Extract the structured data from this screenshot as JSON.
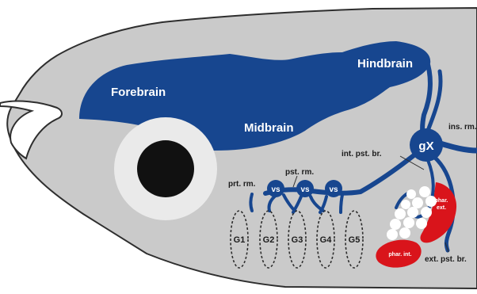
{
  "colors": {
    "head": "#cacaca",
    "outline": "#2e2e2e",
    "nerve": "#17468f",
    "eye_ring": "#eaeaea",
    "pupil": "#111111",
    "muscle": "#d9141b"
  },
  "labels": {
    "forebrain": "Forebrain",
    "midbrain": "Midbrain",
    "hindbrain": "Hindbrain",
    "ganglion": "gX",
    "ins_rm": "ins. rm.",
    "int_pst_br": "int. pst. br.",
    "prt_rm": "prt. rm.",
    "pst_rm": "pst. rm.",
    "ext_pst_br": "ext. pst. br.",
    "vs": "vs",
    "phar_ext": [
      "phar.",
      "ext."
    ],
    "phar_int": "phar. int."
  },
  "gills": [
    "G1",
    "G2",
    "G3",
    "G4",
    "G5"
  ]
}
